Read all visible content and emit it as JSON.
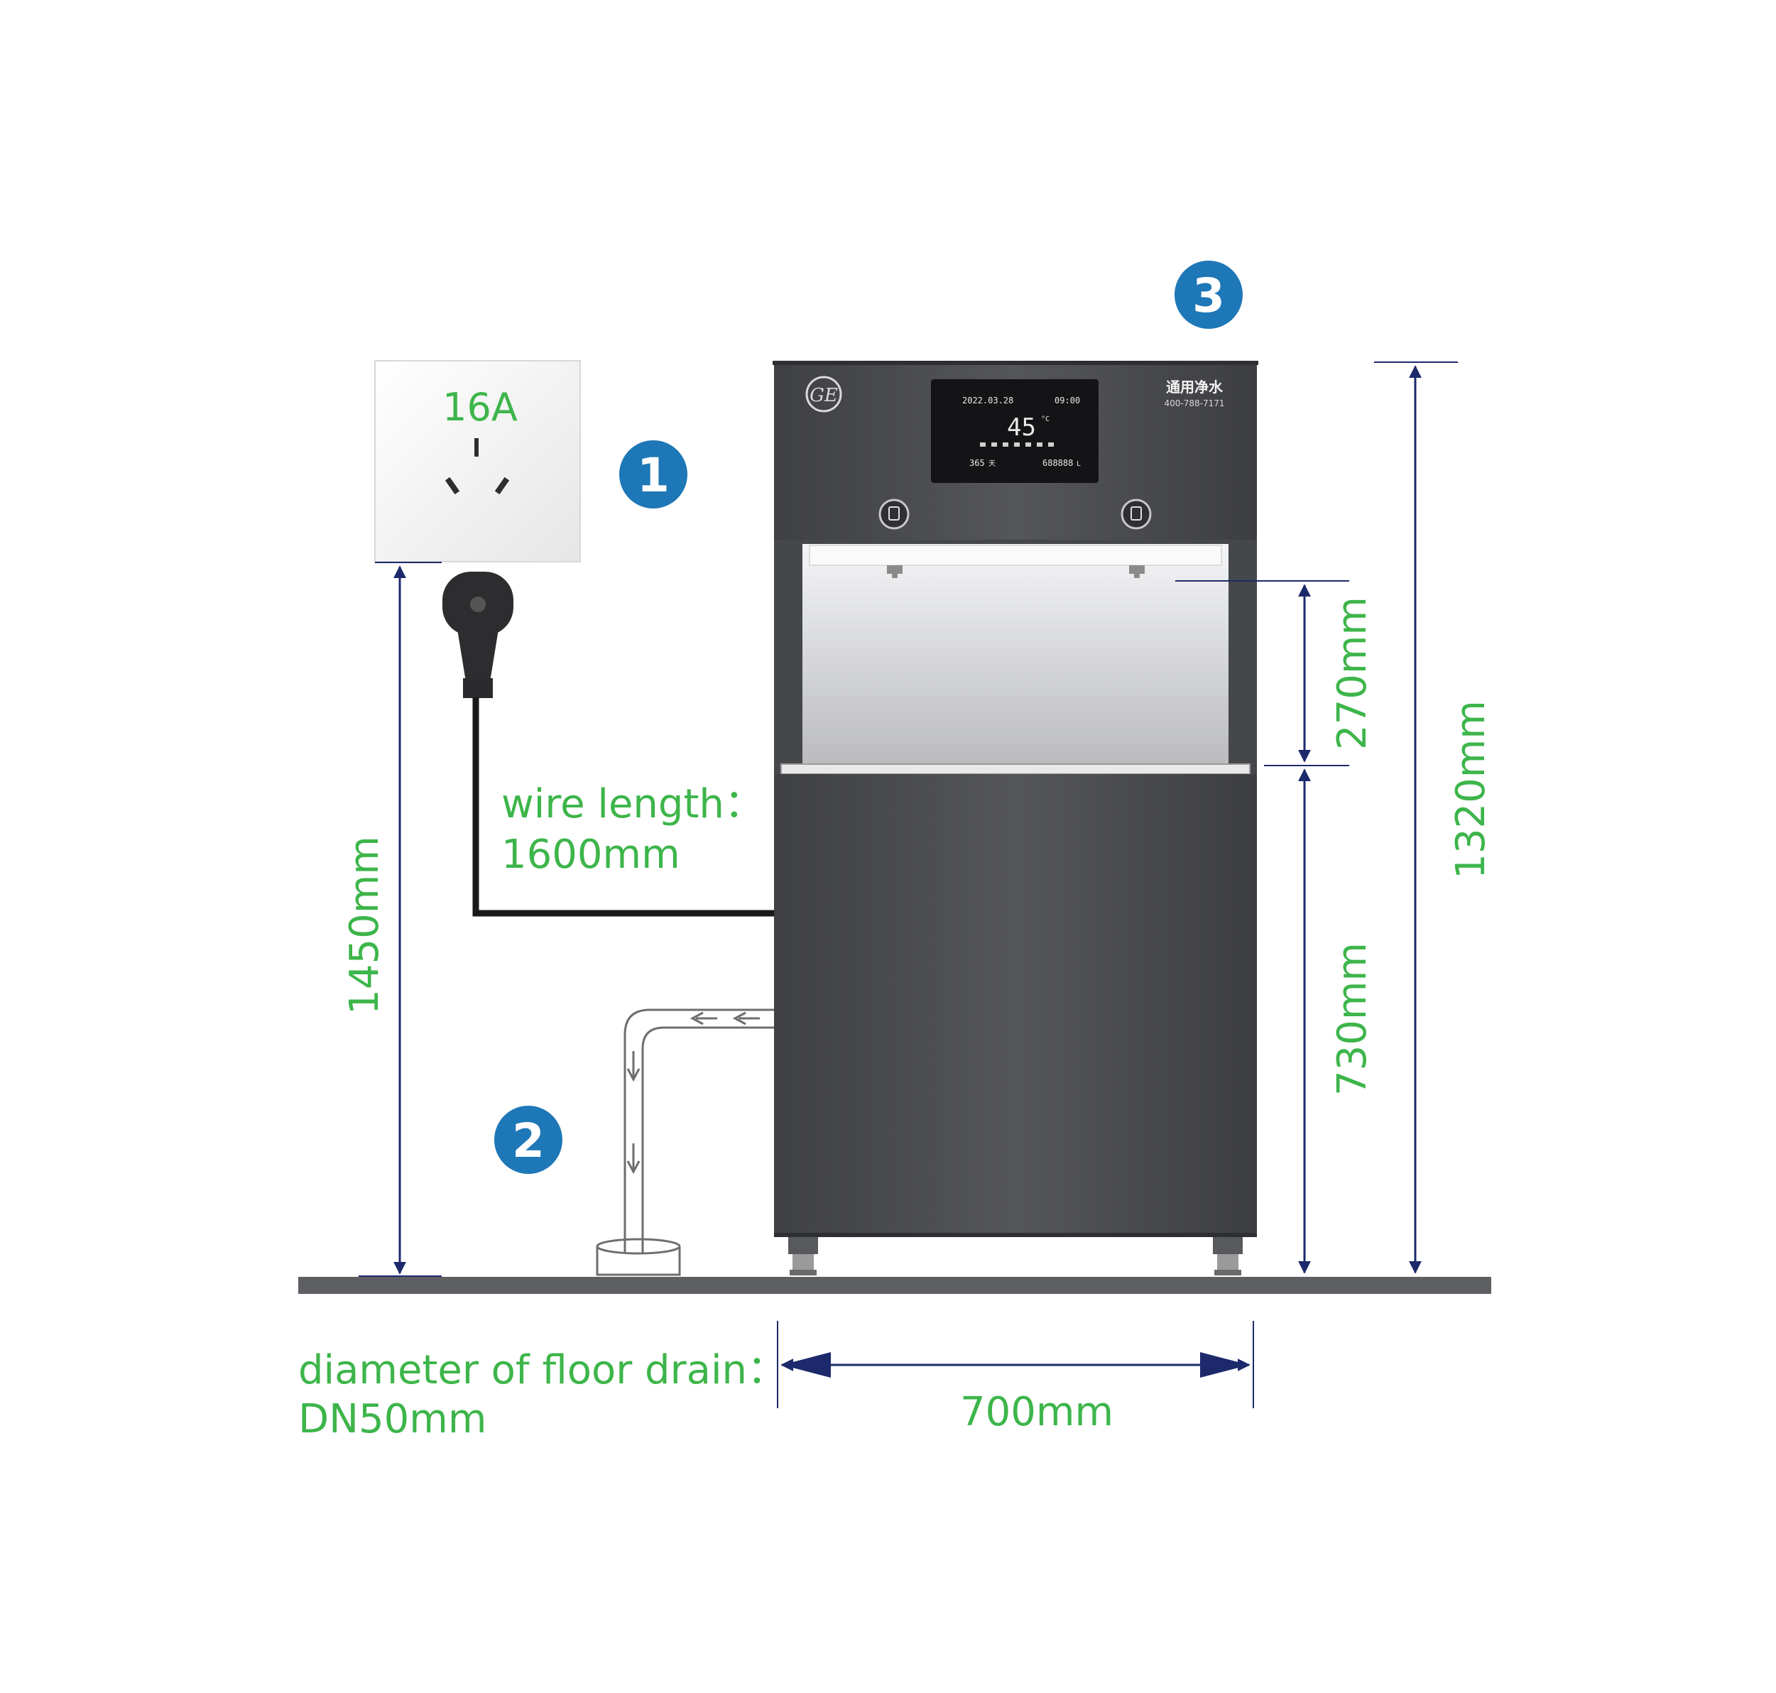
{
  "colors": {
    "label_green": "#3db54a",
    "badge_blue": "#1e77b6",
    "dimension_navy": "#1c2a6b",
    "cabinet_dark": "#4a4b4f",
    "floor_gray": "#5d5f62"
  },
  "badges": {
    "one": "1",
    "two": "2",
    "three": "3"
  },
  "outlet": {
    "rating": "16A"
  },
  "wire": {
    "label_line1": "wire length：",
    "label_line2": "1600mm"
  },
  "drain": {
    "label_line1": "diameter of floor drain：",
    "label_line2": "DN50mm"
  },
  "dimensions": {
    "outlet_height": "1450mm",
    "tap_clearance": "270mm",
    "counter_height": "730mm",
    "total_height": "1320mm",
    "width": "700mm"
  },
  "dispenser": {
    "brand_name": "通用净水",
    "hotline": "400-788-7171",
    "display": {
      "date": "2022.03.28",
      "time": "09:00",
      "temperature": "45",
      "temperature_unit": "°C",
      "days": "365",
      "days_unit": "天",
      "volume": "688888",
      "volume_unit": "L"
    }
  }
}
